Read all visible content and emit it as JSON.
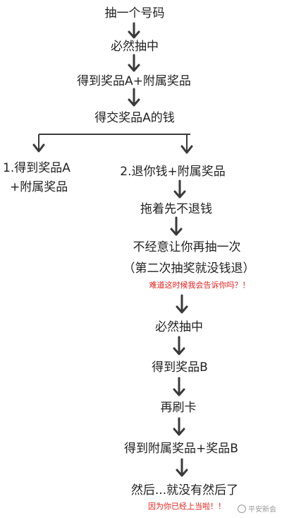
{
  "steps": {
    "s1": "抽一个号码",
    "s2": "必然抽中",
    "s3": "得到奖品A+附属奖品",
    "s4": "得交奖品A的钱",
    "s5a_line1": "1.得到奖品A",
    "s5a_line2": "+附属奖品",
    "s5b": "2.退你钱+附属奖品",
    "s6": "拖着先不退钱",
    "s7_line1": "不经意让你再抽一次",
    "s7_line2": "（第二次抽奖就没钱退）",
    "s8": "必然抽中",
    "s9": "得到奖品B",
    "s10": "再刷卡",
    "s11": "得到附属奖品+奖品B",
    "s12": "然后...就没有然后了"
  },
  "notes": {
    "n1": "难道这时候我会告诉你吗？！",
    "n2": "因为你已经上当啦！！"
  },
  "watermark": {
    "text": "平安新会"
  },
  "colors": {
    "text": "#222222",
    "note": "#e0221d",
    "arrow": "#3a3a3a"
  }
}
